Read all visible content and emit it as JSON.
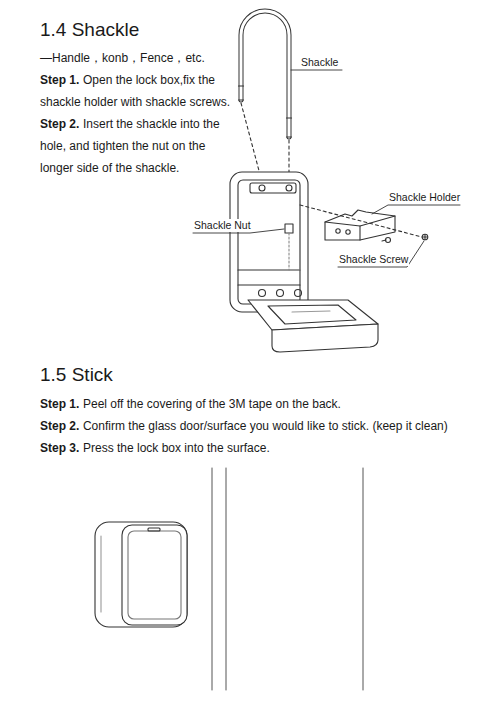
{
  "diagram": {
    "labels": [
      "1.4 Shackle",
      "—Handle，konb，Fence，etc.",
      "Step 1.",
      "Open the lock box,fix the shackle holder with shackle screws.",
      "Step 2.",
      "Insert the shackle into the hole, and tighten the nut on the longer side of the shackle.",
      "Shackle",
      "Shackle Holder",
      "Shackle Nut",
      "Shackle Screw",
      "1.5 Stick",
      "Step 1.",
      "Peel off the covering of the 3M tape on the back.",
      "Step 2.",
      "Confirm the glass door/surface you would like to stick. (keep it clean)",
      "Step 3.",
      "Press the lock box into the surface."
    ]
  }
}
